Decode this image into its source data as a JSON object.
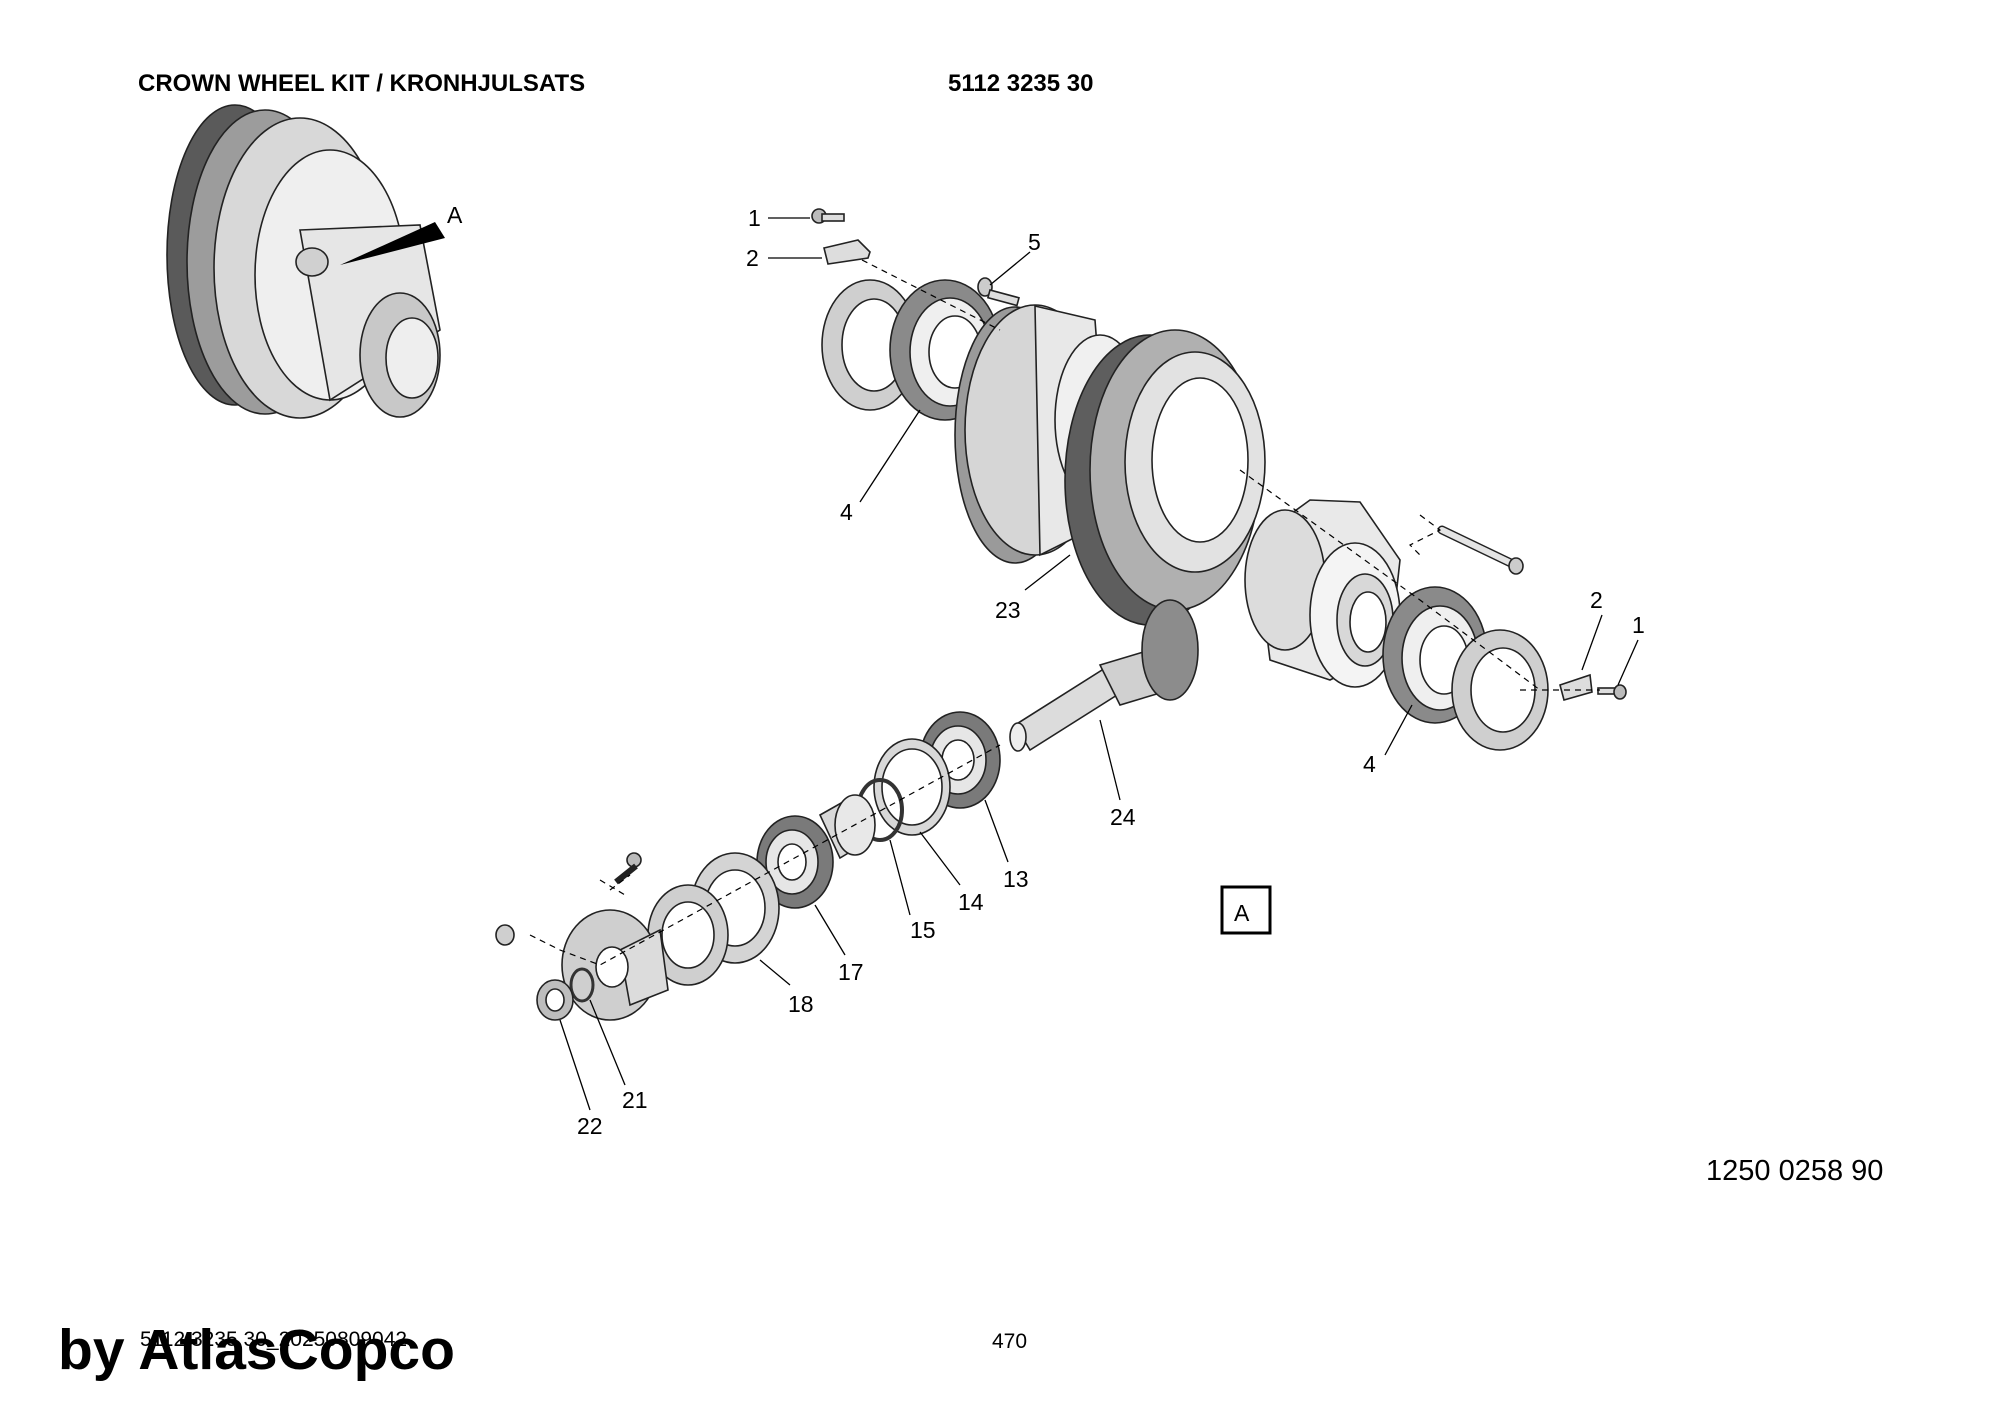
{
  "header": {
    "title": "CROWN WHEEL KIT / KRONHJULSATS",
    "part_number": "5112 3235 30"
  },
  "detail_view": {
    "label": "A"
  },
  "view_box_label": "A",
  "callouts": {
    "c1_top": "1",
    "c2_top": "2",
    "c5": "5",
    "c4_left": "4",
    "c23": "23",
    "c2_right": "2",
    "c1_right": "1",
    "c4_right": "4",
    "c24": "24",
    "c13": "13",
    "c14": "14",
    "c15": "15",
    "c17": "17",
    "c18": "18",
    "c21": "21",
    "c22": "22"
  },
  "document_number": "1250 0258 90",
  "footer": {
    "reference": "5112 3235 30_20250809042",
    "page": "470"
  },
  "watermark": "by AtlasCopco"
}
